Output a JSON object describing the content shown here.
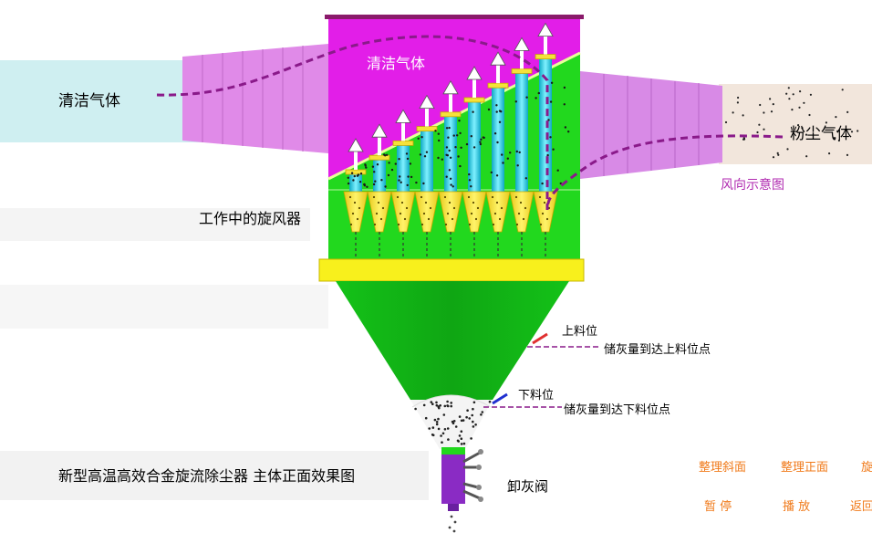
{
  "labels": {
    "clean_gas_outlet": "清洁气体",
    "clean_gas_inner": "清洁气体",
    "dusty_gas": "粉尘气体",
    "wind_direction": "风向示意图",
    "cyclones_working": "工作中的旋风器",
    "upper_level": "上料位",
    "upper_level_note": "储灰量到达上料位点",
    "lower_level": "下料位",
    "lower_level_note": "储灰量到达下料位点",
    "discharge_valve": "卸灰阀",
    "caption": "新型高温高效合金旋流除尘器  主体正面效果图"
  },
  "controls": {
    "oblique": "整理斜面",
    "front": "整理正面",
    "rotate_partial": "旋",
    "pause": "暂 停",
    "play": "播 放",
    "back_partial": "返回"
  },
  "colors": {
    "clean_chamber": "#e21ee8",
    "cyclone_chamber": "#22d81e",
    "hopper": "#0fb613",
    "outlet_duct": "#e08ae8",
    "inlet_duct": "#d88ae6",
    "clean_band": "#bfe9ec",
    "dusty_band": "#f4e8df",
    "cyclone_cone": "#f5e23a",
    "cyclone_tube": "#2ad8ec",
    "flange": "#f8f01c",
    "valve": "#8a2bc4",
    "flow_path": "#8a1a8a",
    "button_text": "#f07a1a",
    "upper_marker": "#e03030",
    "lower_marker": "#2030d0"
  },
  "diagram": {
    "cyclone_count": 9
  }
}
